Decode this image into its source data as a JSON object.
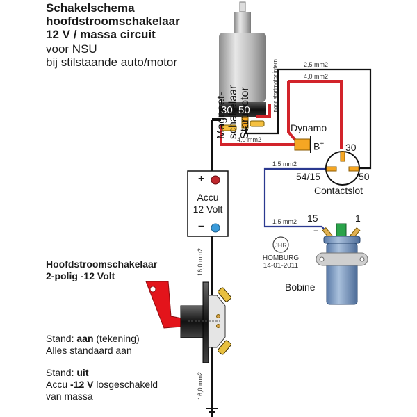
{
  "title": {
    "line1": "Schakelschema",
    "line2": "hoofdstroomschakelaar",
    "line3": "12 V / massa circuit",
    "line4": "voor NSU",
    "line5": "bij stilstaande auto/motor"
  },
  "starter": {
    "label1": "Magneet-",
    "label2": "schakelaar",
    "label3": "Startmotor",
    "terminal_30": "30",
    "terminal_50": "50",
    "internal_note": "naar startmotor intern"
  },
  "wires": {
    "top_black": "2,5 mm2",
    "top_red": "4,0 mm2",
    "dynamo_red": "4,0 mm2",
    "blue_top": "1,5 mm2",
    "blue_bottom": "1,5 mm2",
    "ground_upper": "16,0 mm2",
    "ground_lower": "16,0 mm2"
  },
  "dynamo": {
    "label": "Dynamo",
    "terminal": "B",
    "terminal_sup": "+"
  },
  "contactslot": {
    "label": "Contactslot",
    "t30": "30",
    "t5415": "54/15",
    "t50": "50"
  },
  "battery": {
    "plus": "+",
    "minus": "−",
    "label1": "Accu",
    "label2": "12 Volt"
  },
  "coil": {
    "label": "Bobine",
    "t15": "15",
    "t1": "1",
    "plus": "+"
  },
  "stamp": {
    "logo": "JHR",
    "line1": "HOMBURG",
    "line2": "14-01-2011"
  },
  "main_switch": {
    "title1": "Hoofdstroomschakelaar",
    "title2": "2-polig -12 Volt",
    "on_prefix": "Stand: ",
    "on_bold": "aan",
    "on_suffix": " (tekening)",
    "on_desc": "Alles standaard aan",
    "off_prefix": "Stand: ",
    "off_bold": "uit",
    "off_desc_prefix": "Accu ",
    "off_desc_bold": "-12 V",
    "off_desc_suffix": " losgeschakeld",
    "off_desc_line2": "van massa"
  },
  "colors": {
    "wire_red": "#d2232a",
    "wire_black": "#111111",
    "wire_blue": "#2b3990",
    "terminal_orange": "#f5a623",
    "key_red": "#e3141b"
  }
}
